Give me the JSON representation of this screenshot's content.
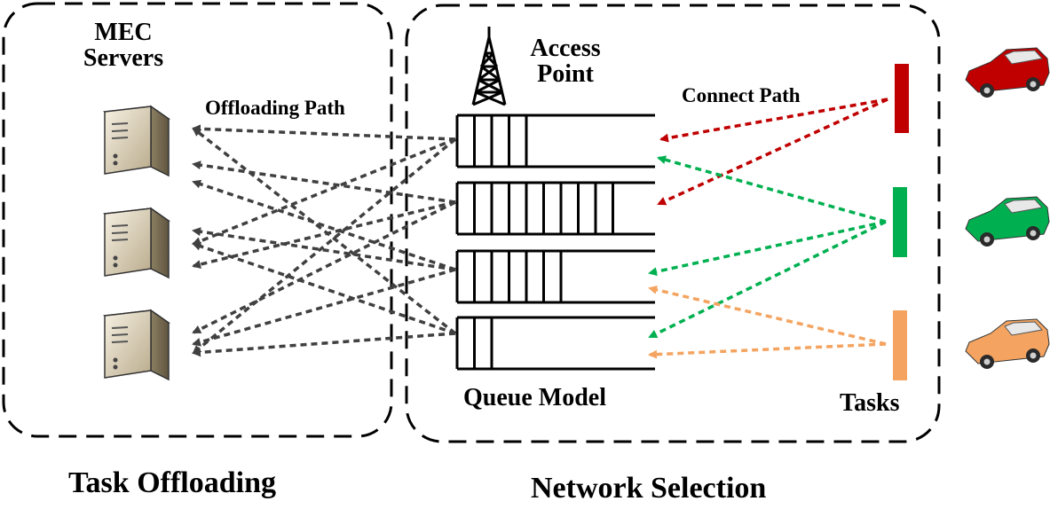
{
  "diagram": {
    "regions": {
      "task_offloading": {
        "caption": "Task Offloading"
      },
      "network_selection": {
        "caption": "Network Selection"
      }
    },
    "mec": {
      "title_line1": "MEC",
      "title_line2": "Servers",
      "server_count": 3
    },
    "access_point": {
      "title_line1": "Access",
      "title_line2": "Point"
    },
    "labels": {
      "offloading_path": "Offloading Path",
      "connect_path": "Connect Path",
      "queue_model": "Queue Model",
      "tasks": "Tasks"
    },
    "queues": [
      {
        "filled_slots": 4
      },
      {
        "filled_slots": 9
      },
      {
        "filled_slots": 6
      },
      {
        "filled_slots": 2
      }
    ],
    "tasks": [
      {
        "color": "#c00000",
        "vehicle": "red-car"
      },
      {
        "color": "#00b050",
        "vehicle": "green-car"
      },
      {
        "color": "#f4a460",
        "vehicle": "orange-car"
      }
    ],
    "colors": {
      "offload_path": "#404040",
      "border": "#000000"
    }
  }
}
